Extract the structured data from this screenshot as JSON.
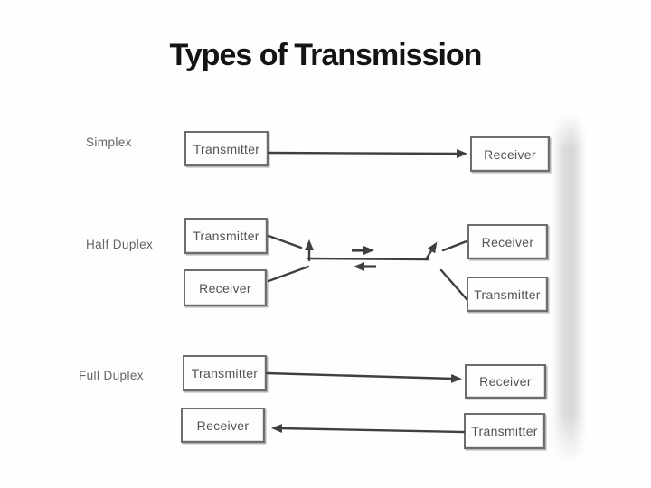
{
  "slide": {
    "title": "Types of Transmission"
  },
  "diagram": {
    "rows": [
      {
        "id": "simplex",
        "label": "Simplex",
        "boxes": [
          {
            "label": "Transmitter"
          },
          {
            "label": "Receiver"
          }
        ],
        "flow": "one-way arrow from Transmitter to Receiver"
      },
      {
        "id": "half-duplex",
        "label": "Half Duplex",
        "boxes": [
          {
            "label": "Transmitter"
          },
          {
            "label": "Receiver"
          },
          {
            "label": "Receiver"
          },
          {
            "label": "Transmitter"
          }
        ],
        "flow": "shared channel line with right and left direction arrows"
      },
      {
        "id": "full-duplex",
        "label": "Full Duplex",
        "boxes": [
          {
            "label": "Transmitter"
          },
          {
            "label": "Receiver"
          },
          {
            "label": "Receiver"
          },
          {
            "label": "Transmitter"
          }
        ],
        "flow": "simultaneous arrows in both directions"
      }
    ]
  },
  "colors": {
    "title_text": "#141414",
    "row_label_text": "#646464",
    "box_text": "#525252",
    "box_border": "#6d6d6d",
    "line": "#3f3f3f",
    "edge_shadow": "#b2b2b2"
  }
}
